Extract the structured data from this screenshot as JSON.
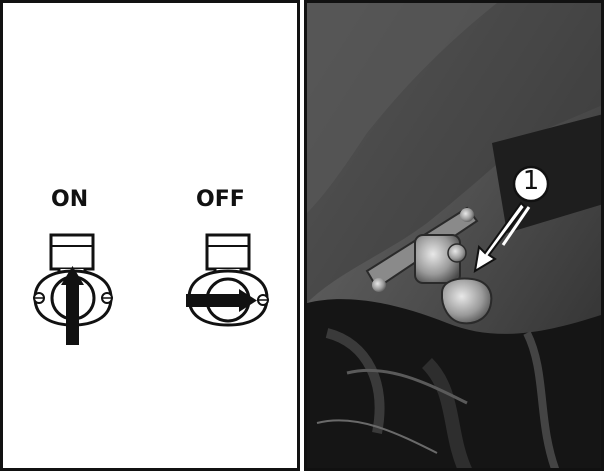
{
  "left_panel": {
    "on_label": "ON",
    "off_label": "OFF"
  },
  "right_panel": {
    "callout_number": "1"
  },
  "colors": {
    "ink": "#111111",
    "paper": "#ffffff",
    "photo_dark": "#1a1a1a",
    "photo_mid": "#4a4a4a",
    "photo_light": "#9a9a9a"
  },
  "icons": [
    "fuel-valve-on-icon",
    "fuel-valve-off-icon",
    "arrow-up-icon",
    "arrow-right-icon",
    "callout-arrow-icon"
  ]
}
